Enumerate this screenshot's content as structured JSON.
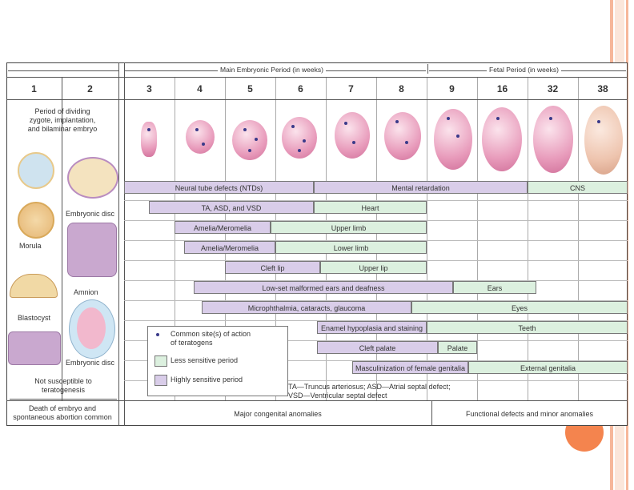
{
  "colors": {
    "orange": "#f4844e",
    "sensitive": "#d9cde9",
    "less_sensitive": "#dcf0df",
    "site_dot": "#3a3a8a"
  },
  "headers": {
    "main_period": "Main Embryonic Period (in weeks)",
    "fetal_period": "Fetal Period (in weeks)"
  },
  "weeks": [
    "1",
    "2",
    "3",
    "4",
    "5",
    "6",
    "7",
    "8",
    "9",
    "16",
    "32",
    "38"
  ],
  "left": {
    "dividing_line1": "Period of dividing",
    "dividing_line2": "zygote, implantation,",
    "dividing_line3": "and bilaminar embryo",
    "embryonic_disc_top": "Embryonic disc",
    "morula": "Morula",
    "amnion": "Amnion",
    "blastocyst": "Blastocyst",
    "embryonic_disc_bottom": "Embryonic disc",
    "not_susceptible1": "Not susceptible to",
    "not_susceptible2": "teratogenesis",
    "death1": "Death of embryo and",
    "death2": "spontaneous abortion common"
  },
  "bars": [
    {
      "id": "ntd",
      "text": "Neural tube defects (NTDs)"
    },
    {
      "id": "mental",
      "text": "Mental retardation"
    },
    {
      "id": "cns",
      "text": "CNS"
    },
    {
      "id": "heart_s",
      "text": "TA, ASD, and VSD"
    },
    {
      "id": "heart_l",
      "text": "Heart"
    },
    {
      "id": "ul_s",
      "text": "Amelia/Meromelia"
    },
    {
      "id": "ul_l",
      "text": "Upper limb"
    },
    {
      "id": "ll_s",
      "text": "Amelia/Meromelia"
    },
    {
      "id": "ll_l",
      "text": "Lower limb"
    },
    {
      "id": "lip_s",
      "text": "Cleft lip"
    },
    {
      "id": "lip_l",
      "text": "Upper lip"
    },
    {
      "id": "ear_s",
      "text": "Low-set malformed ears and deafness"
    },
    {
      "id": "ear_l",
      "text": "Ears"
    },
    {
      "id": "eye_s",
      "text": "Microphthalmia, cataracts, glaucoma"
    },
    {
      "id": "eye_l",
      "text": "Eyes"
    },
    {
      "id": "teeth_s",
      "text": "Enamel hypoplasia and staining"
    },
    {
      "id": "teeth_l",
      "text": "Teeth"
    },
    {
      "id": "pal_s",
      "text": "Cleft palate"
    },
    {
      "id": "pal_l",
      "text": "Palate"
    },
    {
      "id": "gen_s",
      "text": "Masculinization of female genitalia"
    },
    {
      "id": "gen_l",
      "text": "External genitalia"
    }
  ],
  "legend": {
    "dot_line1": "Common site(s) of action",
    "dot_line2": "of teratogens",
    "less": "Less sensitive period",
    "high": "Highly sensitive period"
  },
  "abbrev": {
    "line1": "TA—Truncus arteriosus; ASD—Atrial septal defect;",
    "line2": "VSD—Ventricular septal defect"
  },
  "footer": {
    "major": "Major congenital anomalies",
    "functional": "Functional defects and minor anomalies"
  }
}
